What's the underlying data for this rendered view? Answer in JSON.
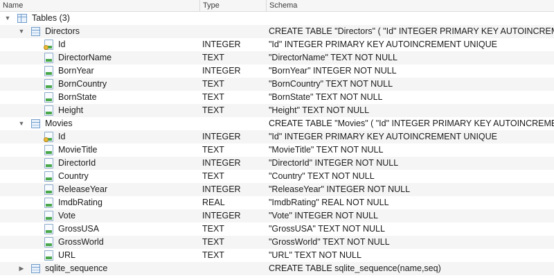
{
  "columns": {
    "name": "Name",
    "type": "Type",
    "schema": "Schema"
  },
  "root": {
    "label": "Tables (3)"
  },
  "tables": [
    {
      "name": "Directors",
      "schema": "CREATE TABLE \"Directors\" ( \"Id\" INTEGER PRIMARY KEY AUTOINCREMENT UNIQUE,",
      "fields": [
        {
          "name": "Id",
          "type": "INTEGER",
          "schema": "\"Id\" INTEGER PRIMARY KEY AUTOINCREMENT UNIQUE",
          "key": true
        },
        {
          "name": "DirectorName",
          "type": "TEXT",
          "schema": "\"DirectorName\" TEXT NOT NULL"
        },
        {
          "name": "BornYear",
          "type": "INTEGER",
          "schema": "\"BornYear\" INTEGER NOT NULL"
        },
        {
          "name": "BornCountry",
          "type": "TEXT",
          "schema": "\"BornCountry\" TEXT NOT NULL"
        },
        {
          "name": "BornState",
          "type": "TEXT",
          "schema": "\"BornState\" TEXT NOT NULL"
        },
        {
          "name": "Height",
          "type": "TEXT",
          "schema": "\"Height\" TEXT NOT NULL"
        }
      ]
    },
    {
      "name": "Movies",
      "schema": "CREATE TABLE \"Movies\" ( \"Id\" INTEGER PRIMARY KEY AUTOINCREMENT UNIQUE,",
      "fields": [
        {
          "name": "Id",
          "type": "INTEGER",
          "schema": "\"Id\" INTEGER PRIMARY KEY AUTOINCREMENT UNIQUE",
          "key": true
        },
        {
          "name": "MovieTitle",
          "type": "TEXT",
          "schema": "\"MovieTitle\" TEXT NOT NULL"
        },
        {
          "name": "DirectorId",
          "type": "INTEGER",
          "schema": "\"DirectorId\" INTEGER NOT NULL"
        },
        {
          "name": "Country",
          "type": "TEXT",
          "schema": "\"Country\" TEXT NOT NULL"
        },
        {
          "name": "ReleaseYear",
          "type": "INTEGER",
          "schema": "\"ReleaseYear\" INTEGER NOT NULL"
        },
        {
          "name": "ImdbRating",
          "type": "REAL",
          "schema": "\"ImdbRating\" REAL NOT NULL"
        },
        {
          "name": "Vote",
          "type": "INTEGER",
          "schema": "\"Vote\" INTEGER NOT NULL"
        },
        {
          "name": "GrossUSA",
          "type": "TEXT",
          "schema": "\"GrossUSA\" TEXT NOT NULL"
        },
        {
          "name": "GrossWorld",
          "type": "TEXT",
          "schema": "\"GrossWorld\" TEXT NOT NULL"
        },
        {
          "name": "URL",
          "type": "TEXT",
          "schema": "\"URL\" TEXT NOT NULL"
        }
      ]
    },
    {
      "name": "sqlite_sequence",
      "schema": "CREATE TABLE sqlite_sequence(name,seq)",
      "collapsed": true,
      "fields": []
    }
  ],
  "icons": {
    "root": "tables-icon",
    "table": "table-icon",
    "field": "field-icon",
    "key_field": "key-field-icon",
    "expanded": "triangle-down-icon",
    "collapsed": "triangle-right-icon"
  }
}
